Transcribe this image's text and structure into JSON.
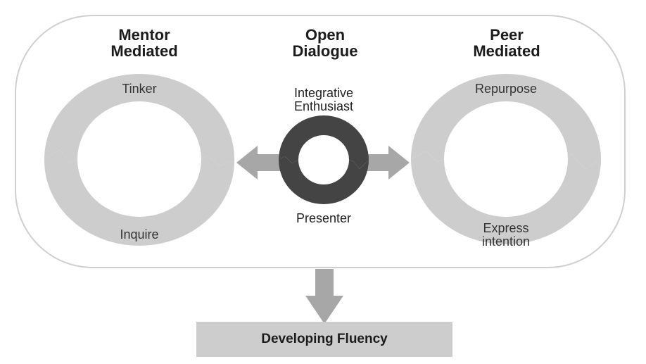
{
  "colors": {
    "ring_light": "#cdcdcd",
    "ring_dark": "#444444",
    "arrow_gray": "#a7a7a7",
    "panel_border": "#cfcfcf",
    "box_fill": "#cdcdcd"
  },
  "mentor": {
    "heading": "Mentor Mediated",
    "top_label": "Tinker",
    "bottom_label": "Inquire"
  },
  "open": {
    "heading": "Open Dialogue",
    "top_label": "Integrative Enthusiast",
    "bottom_label": "Presenter"
  },
  "peer": {
    "heading": "Peer Mediated",
    "top_label": "Repurpose",
    "bottom_label": "Express intention"
  },
  "outcome": {
    "label": "Developing Fluency"
  }
}
